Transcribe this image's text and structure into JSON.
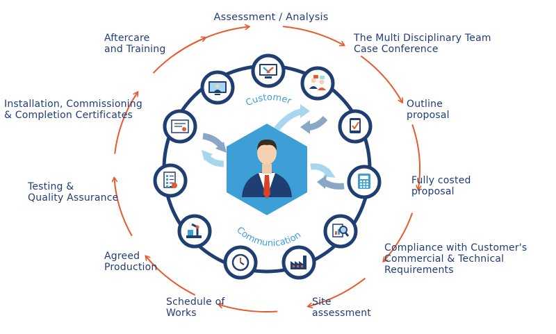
{
  "title": "Assessment / Analysis",
  "center": {
    "top_label": "Customer",
    "bottom_label": "Communication"
  },
  "stages": [
    {
      "label": "The Multi Disciplinary Team\nCase Conference",
      "icon": "team-meeting-icon"
    },
    {
      "label": "Outline\nproposal",
      "icon": "tablet-checklist-icon"
    },
    {
      "label": "Fully costed\nproposal",
      "icon": "calculator-icon"
    },
    {
      "label": "Compliance with Customer's\nCommercial & Technical\nRequirements",
      "icon": "report-magnifier-icon"
    },
    {
      "label": "Site\nassessment",
      "icon": "factory-icon"
    },
    {
      "label": "Schedule of\nWorks",
      "icon": "clock-icon"
    },
    {
      "label": "Agreed\nProduction",
      "icon": "robot-arm-icon"
    },
    {
      "label": "Testing &\nQuality Assurance",
      "icon": "quality-checklist-icon"
    },
    {
      "label": "Installation, Commissioning\n& Completion Certificates",
      "icon": "certificate-icon"
    },
    {
      "label": "Aftercare\nand Training",
      "icon": "video-training-icon"
    },
    {
      "label": "",
      "icon": "tools-monitor-icon"
    }
  ],
  "colors": {
    "navy": "#1f3c7a",
    "ring": "#1f3f73",
    "orange": "#e8592b",
    "hex": "#3d9fd6",
    "light_arrow": "#a9d6ef",
    "dark_arrow": "#8aa8c6"
  }
}
